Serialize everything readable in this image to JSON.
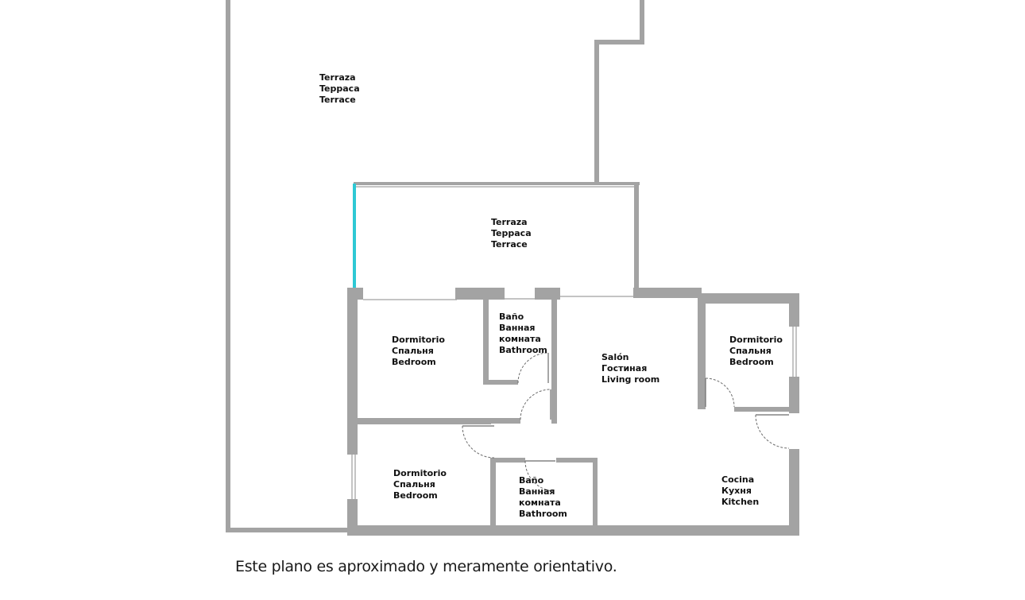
{
  "rooms": [
    {
      "id": "terrace-large",
      "lines": [
        "Terraza",
        "Teppaca",
        "Terrace"
      ]
    },
    {
      "id": "terrace-center",
      "lines": [
        "Terraza",
        "Teppaca",
        "Terrace"
      ]
    },
    {
      "id": "bedroom-1",
      "lines": [
        "Dormitorio",
        "Спальня",
        "Bedroom"
      ]
    },
    {
      "id": "bathroom-1",
      "lines": [
        "Baño",
        "Ванная",
        "комната",
        "Bathroom"
      ]
    },
    {
      "id": "living-room",
      "lines": [
        "Salón",
        "Гостиная",
        "Living room"
      ]
    },
    {
      "id": "bedroom-2",
      "lines": [
        "Dormitorio",
        "Спальня",
        "Bedroom"
      ]
    },
    {
      "id": "bedroom-3",
      "lines": [
        "Dormitorio",
        "Спальня",
        "Bedroom"
      ]
    },
    {
      "id": "bathroom-2",
      "lines": [
        "Baño",
        "Ванная",
        "комната",
        "Bathroom"
      ]
    },
    {
      "id": "kitchen",
      "lines": [
        "Cocina",
        "Кухня",
        "Kitchen"
      ]
    }
  ],
  "disclaimer": "Este plano es aproximado y meramente orientativo."
}
